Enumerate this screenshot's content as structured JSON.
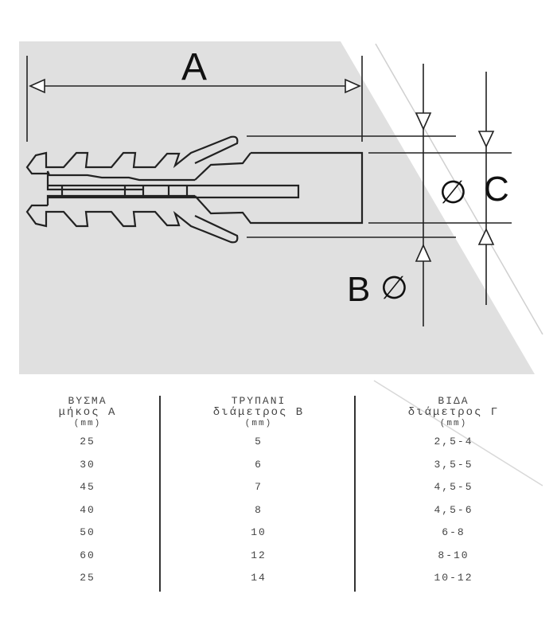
{
  "diagram": {
    "label_a": "A",
    "label_b": "B",
    "label_c": "C",
    "diameter_symbol": "∅"
  },
  "table": {
    "columns": [
      {
        "title": "ΒΥΣΜΑ",
        "subtitle": "μήκος Α",
        "unit": "(mm)"
      },
      {
        "title": "ΤΡΥΠΑΝΙ",
        "subtitle": "διάμετρος Β",
        "unit": "(mm)"
      },
      {
        "title": "ΒΙΔΑ",
        "subtitle": "διάμετρος Γ",
        "unit": "(mm)"
      }
    ],
    "rows": [
      [
        "25",
        "5",
        "2,5-4"
      ],
      [
        "30",
        "6",
        "3,5-5"
      ],
      [
        "45",
        "7",
        "4,5-5"
      ],
      [
        "40",
        "8",
        "4,5-6"
      ],
      [
        "50",
        "10",
        "6-8"
      ],
      [
        "60",
        "12",
        "8-10"
      ],
      [
        "25",
        "14",
        "10-12"
      ]
    ]
  }
}
